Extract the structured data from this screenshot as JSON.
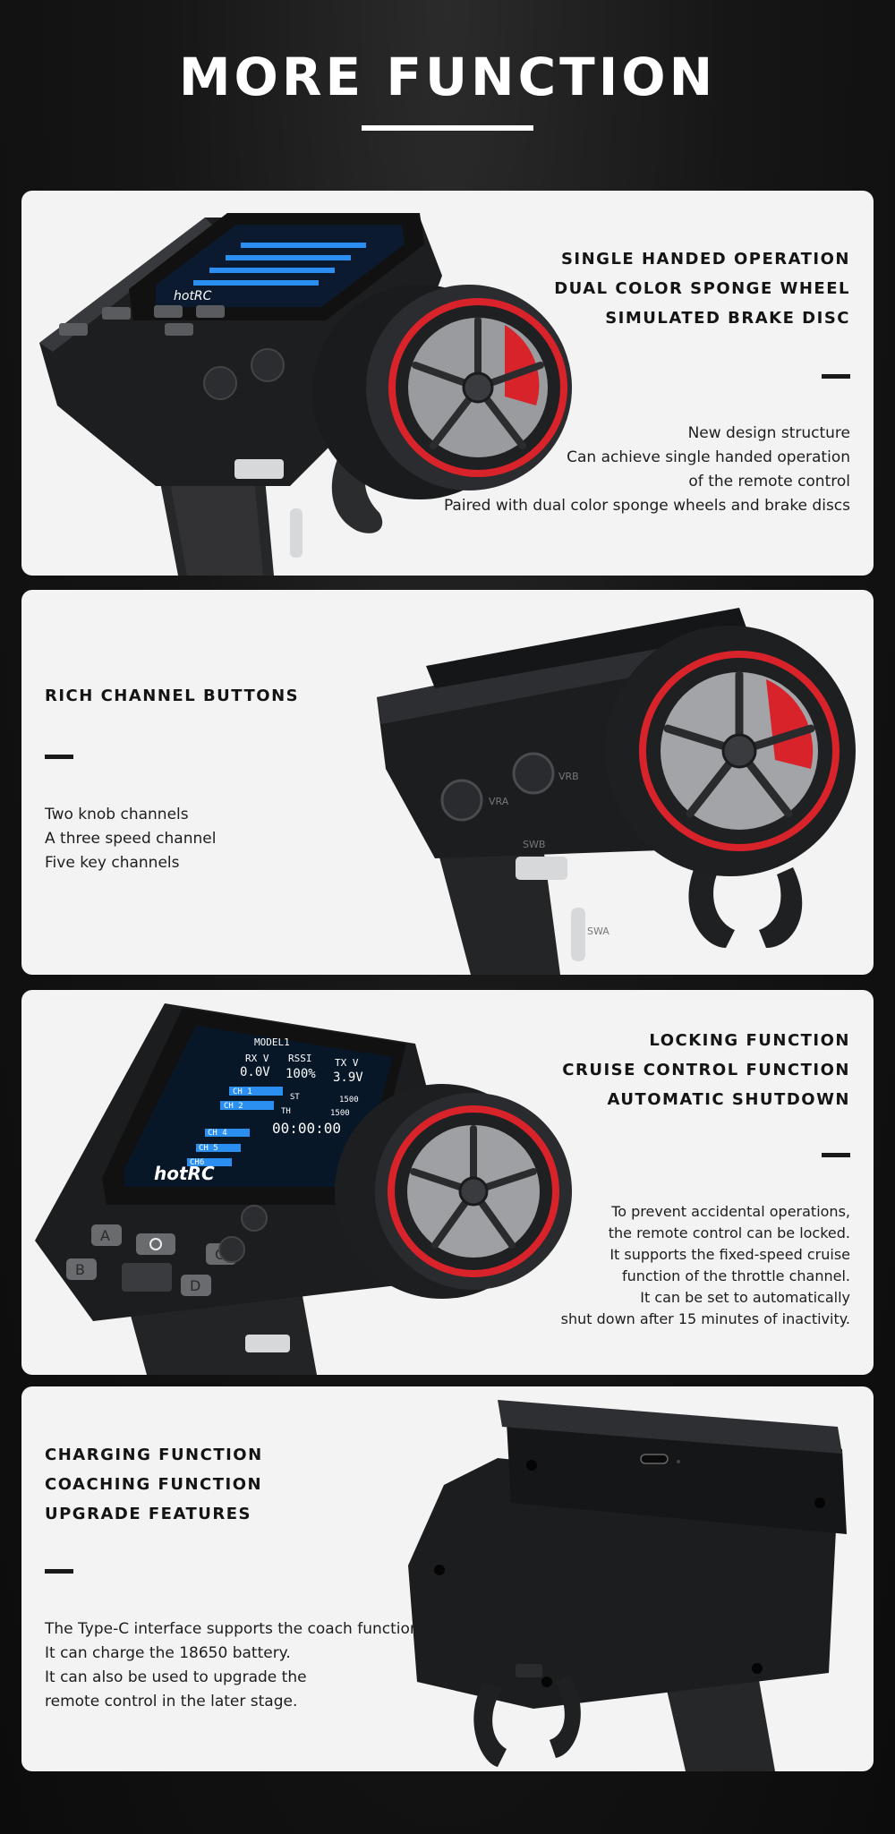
{
  "header": {
    "title": "MORE FUNCTION"
  },
  "panels": [
    {
      "headings": [
        "SINGLE HANDED OPERATION",
        "DUAL COLOR SPONGE WHEEL",
        "SIMULATED BRAKE DISC"
      ],
      "description": [
        "New design structure",
        "Can achieve single handed operation",
        "of the remote control",
        "Paired with dual color sponge wheels and brake discs"
      ]
    },
    {
      "headings": [
        "RICH CHANNEL BUTTONS"
      ],
      "description": [
        "Two knob channels",
        "A three speed channel",
        "Five key channels"
      ]
    },
    {
      "headings": [
        "LOCKING FUNCTION",
        "CRUISE CONTROL FUNCTION",
        "AUTOMATIC SHUTDOWN"
      ],
      "description": [
        "To prevent accidental operations,",
        "the remote control can be locked.",
        "It supports the fixed-speed cruise",
        "function of the throttle channel.",
        "It can be set to automatically",
        "shut down after 15 minutes of inactivity."
      ]
    },
    {
      "headings": [
        "CHARGING FUNCTION",
        "COACHING FUNCTION",
        "UPGRADE FEATURES"
      ],
      "description": [
        "The Type-C interface supports the coach function.",
        "It can charge the 18650 battery.",
        "It can also be used to upgrade the",
        "remote control in the later stage."
      ]
    }
  ],
  "device": {
    "brand_logo": "hotRC",
    "screen_text": {
      "model": "MODEL1",
      "rx_label": "RX V",
      "rx_value": "0.0V",
      "rssi_label": "RSSI",
      "rssi_value": "100%",
      "tx_label": "TX V",
      "tx_value": "3.9V",
      "ch1": "CH 1",
      "ch2": "CH 2",
      "st": "ST",
      "th": "TH",
      "val1": "1500",
      "val2": "1500",
      "timer": "00:00:00",
      "ch4": "CH 4",
      "ch5": "CH 5",
      "ch6": "CH6"
    },
    "button_labels": [
      "A",
      "B",
      "C",
      "D"
    ],
    "power_icon": "power-icon",
    "knob_labels": [
      "VRA",
      "VRB"
    ],
    "switch_labels": [
      "SWB",
      "SWA"
    ],
    "port_icon": "usb-c-port-icon"
  },
  "colors": {
    "accent_red": "#d8232a",
    "panel_bg": "#f3f3f3",
    "device_body": "#1c1d1f",
    "screen_blue": "#2a8ff0"
  }
}
